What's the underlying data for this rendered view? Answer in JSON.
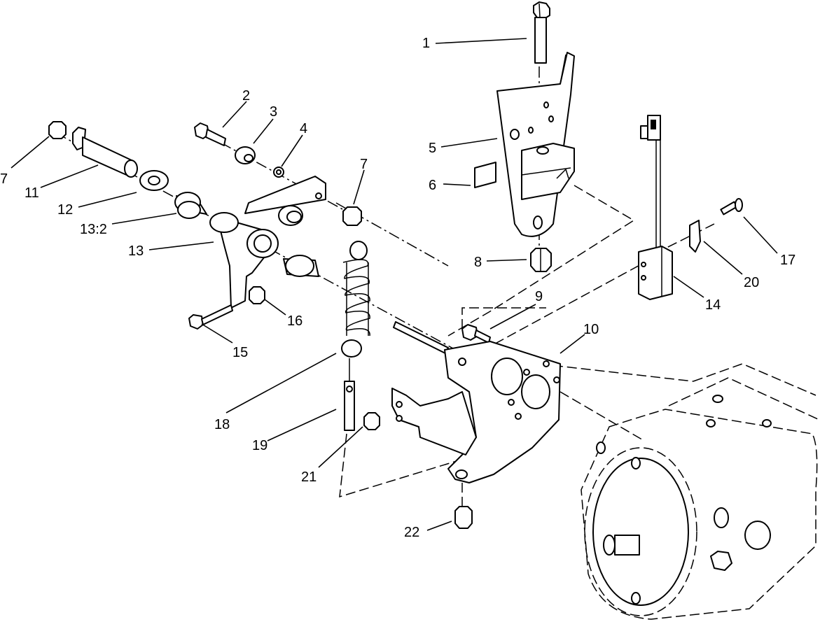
{
  "callouts": {
    "c1": "1",
    "c2": "2",
    "c3": "3",
    "c4": "4",
    "c5": "5",
    "c6": "6",
    "c7a": "7",
    "c7b": "7",
    "c8": "8",
    "c9": "9",
    "c10": "10",
    "c11": "11",
    "c12": "12",
    "c13": "13",
    "c13b": "13:2",
    "c14": "14",
    "c15": "15",
    "c16": "16",
    "c17": "17",
    "c18": "18",
    "c19": "19",
    "c20": "20",
    "c21": "21",
    "c22": "22"
  }
}
